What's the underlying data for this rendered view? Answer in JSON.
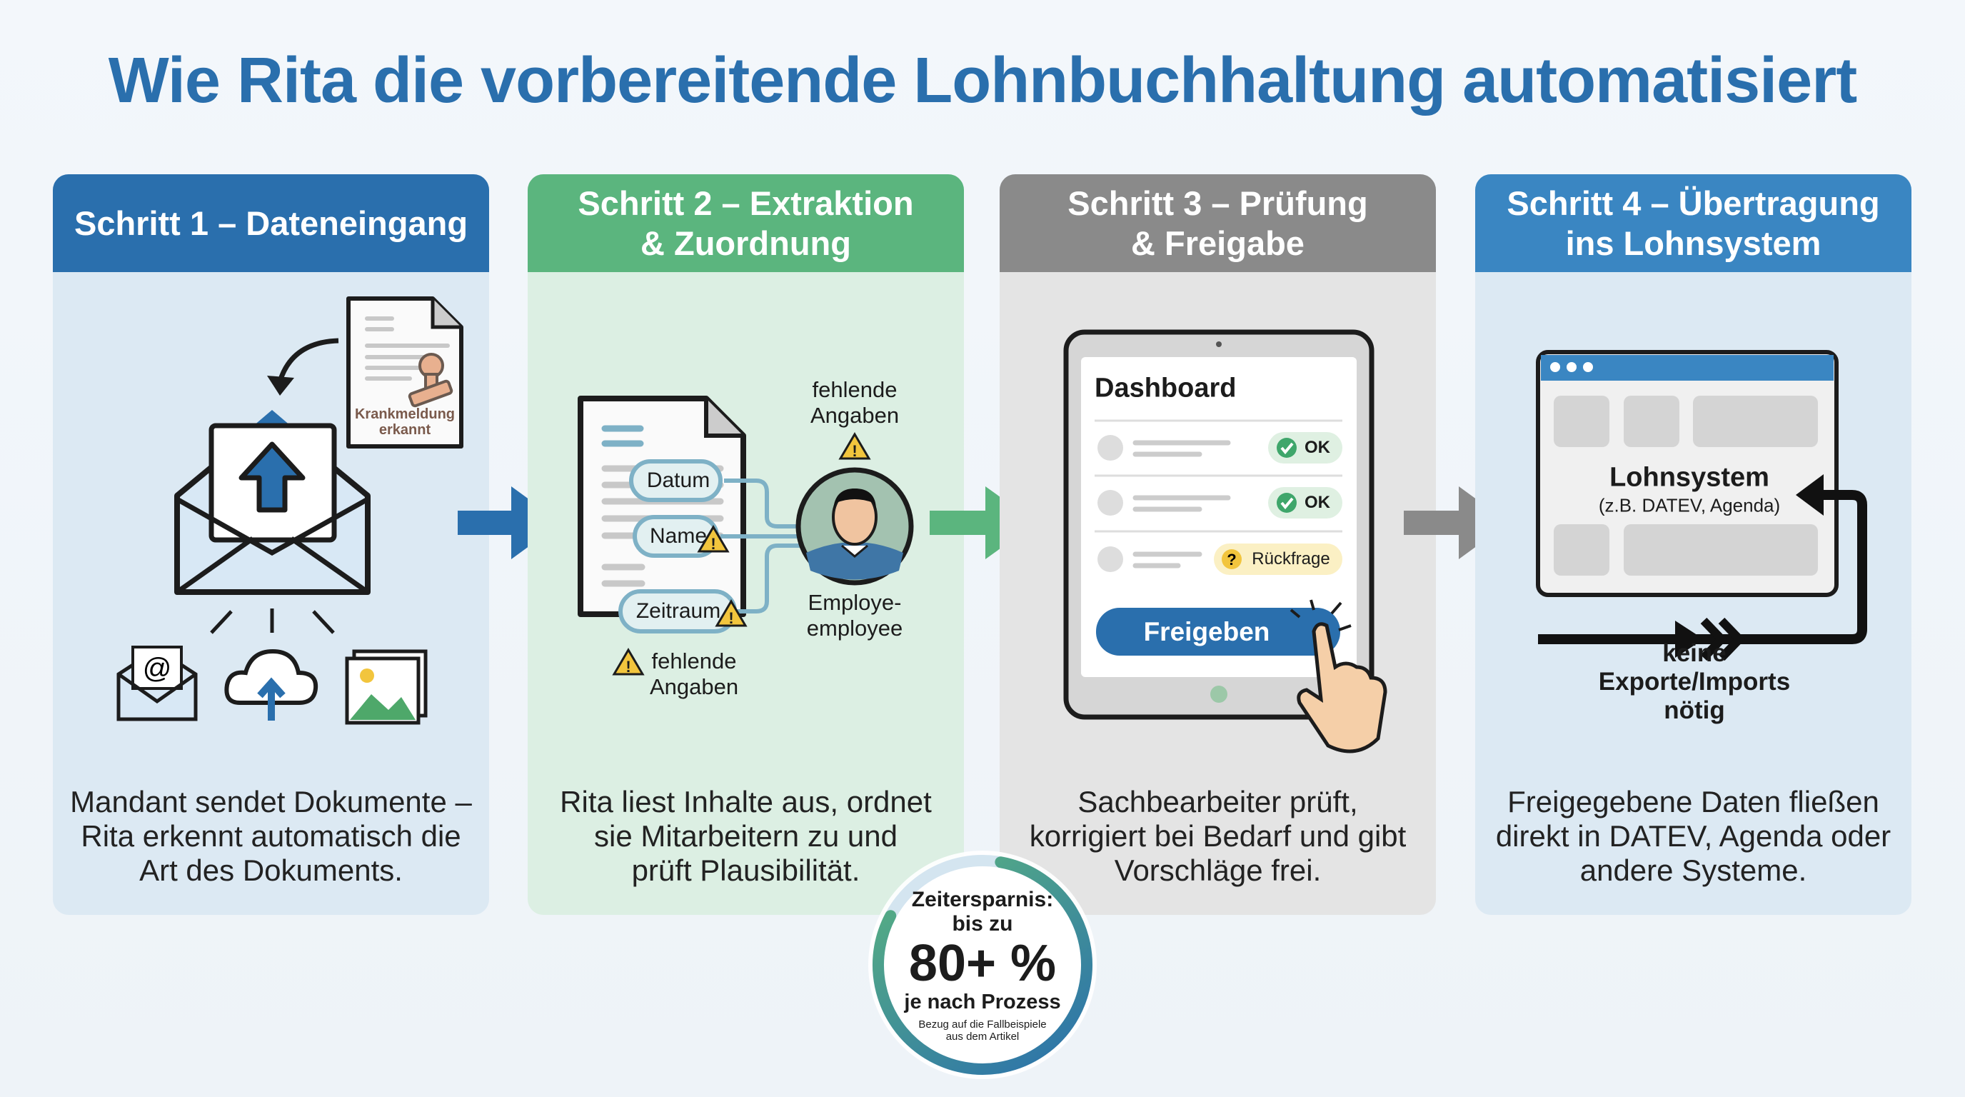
{
  "title": "Wie Rita die vorbereitende Lohnbuchhaltung automatisiert",
  "colors": {
    "title": "#2a6fad",
    "step1": "#2a6fad",
    "step2": "#5bb57e",
    "step3": "#8a8a8a",
    "step4": "#3a86c2",
    "warning": "#f2c53d"
  },
  "steps": [
    {
      "header": "Schritt 1 – Dateneingang",
      "description": "Mandant sendet Dokumente –\nRita erkennt automatisch die\nArt des Dokuments.",
      "document_label": "Krankmeldung\nerkannt",
      "icons": [
        "envelope-upload-icon",
        "email-icon",
        "cloud-upload-icon",
        "image-icon"
      ]
    },
    {
      "header": "Schritt 2 – Extraktion\n& Zuordnung",
      "description": "Rita liest Inhalte aus, ordnet\nsie Mitarbeitern zu und\nprüft Plausibilität.",
      "fields": [
        "Datum",
        "Name",
        "Zeitraum"
      ],
      "missing_top": "fehlende\nAngaben",
      "missing_bottom": "fehlende\nAngaben",
      "employee_label": "Employe-\nemployee"
    },
    {
      "header": "Schritt 3 – Prüfung\n& Freigabe",
      "description": "Sachbearbeiter prüft,\nkorrigiert bei Bedarf und gibt\nVorschläge frei.",
      "dashboard_title": "Dashboard",
      "rows": [
        {
          "status": "OK",
          "icon": "check-icon"
        },
        {
          "status": "OK",
          "icon": "check-icon"
        },
        {
          "status": "Rückfrage",
          "icon": "question-icon"
        }
      ],
      "button": "Freigeben"
    },
    {
      "header": "Schritt 4 – Übertragung\nins Lohnsystem",
      "description": "Freigegebene Daten fließen\ndirekt in DATEV, Agenda oder\nandere Systeme.",
      "system_title": "Lohnsystem",
      "system_sub": "(z.B. DATEV, Agenda)",
      "flow_label": "keine Exporte/Imports nötig"
    }
  ],
  "badge": {
    "line1": "Zeitersparnis:",
    "line2": "bis zu",
    "value": "80+ %",
    "line3": "je nach Prozess",
    "note": "Bezug auf die Fallbeispiele\naus dem Artikel",
    "progress_percent": 80
  }
}
